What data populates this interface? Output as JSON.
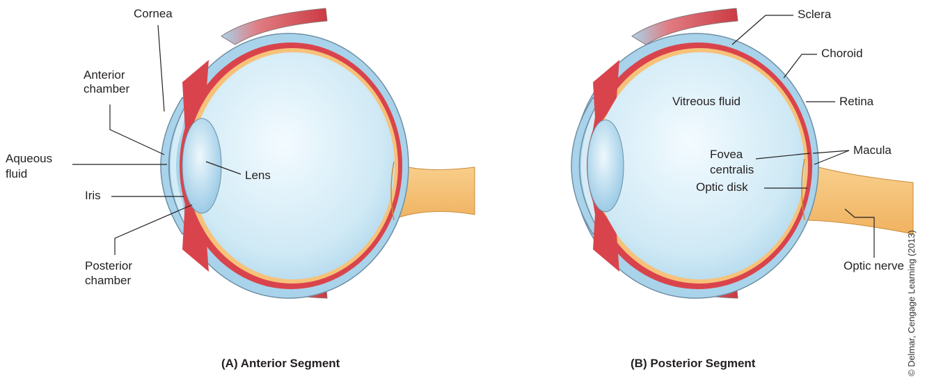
{
  "figure": {
    "panels": [
      {
        "caption": "(A) Anterior Segment",
        "labels": {
          "cornea": "Cornea",
          "anterior_chamber_1": "Anterior",
          "anterior_chamber_2": "chamber",
          "aqueous_fluid_1": "Aqueous",
          "aqueous_fluid_2": "fluid",
          "iris": "Iris",
          "lens": "Lens",
          "posterior_chamber_1": "Posterior",
          "posterior_chamber_2": "chamber"
        }
      },
      {
        "caption": "(B) Posterior Segment",
        "labels": {
          "sclera": "Sclera",
          "choroid": "Choroid",
          "vitreous_fluid": "Vitreous fluid",
          "retina": "Retina",
          "fovea_1": "Fovea",
          "fovea_2": "centralis",
          "macula": "Macula",
          "optic_disk": "Optic disk",
          "optic_nerve": "Optic nerve"
        }
      }
    ],
    "credit": "© Delmar, Cengage Learning (2013)"
  },
  "colors": {
    "sclera": "#a9d3ea",
    "vitreous": "#cfe9f5",
    "choroid": "#d9444c",
    "retina": "#f6c27a",
    "muscle": "#d9444c",
    "lens": "#bcdff0",
    "line": "#231f20"
  }
}
